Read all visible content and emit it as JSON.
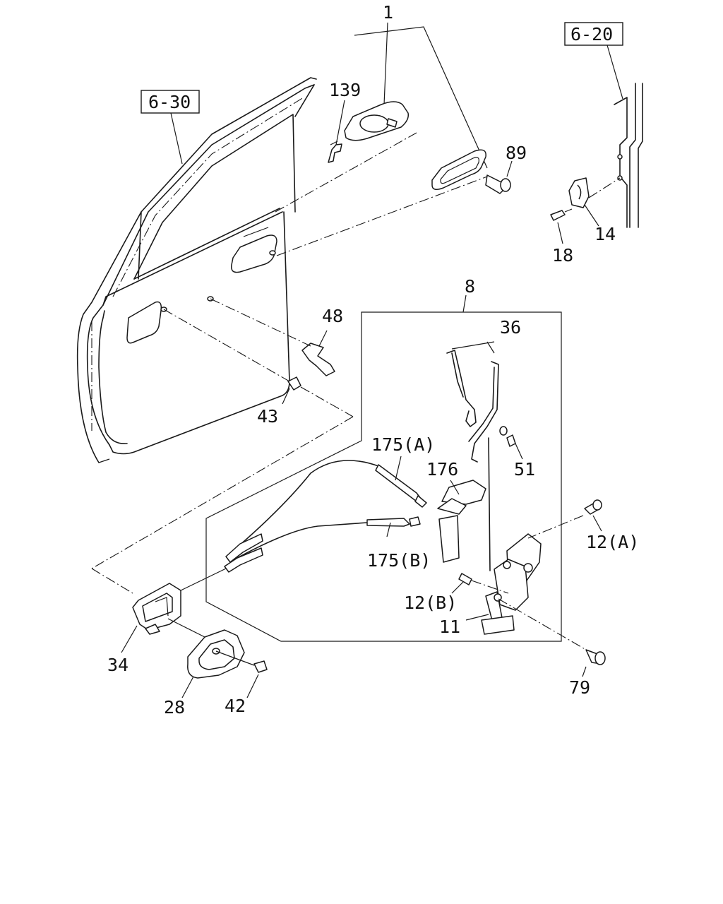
{
  "references": {
    "door_ref": "6-30",
    "body_ref": "6-20"
  },
  "callouts": {
    "p1": "1",
    "p139": "139",
    "p89": "89",
    "p14": "14",
    "p18": "18",
    "p8": "8",
    "p48": "48",
    "p36": "36",
    "p43": "43",
    "p175a": "175(A)",
    "p176": "176",
    "p51": "51",
    "p12a": "12(A)",
    "p175b": "175(B)",
    "p12b": "12(B)",
    "p11": "11",
    "p34": "34",
    "p79": "79",
    "p28": "28",
    "p42": "42"
  }
}
